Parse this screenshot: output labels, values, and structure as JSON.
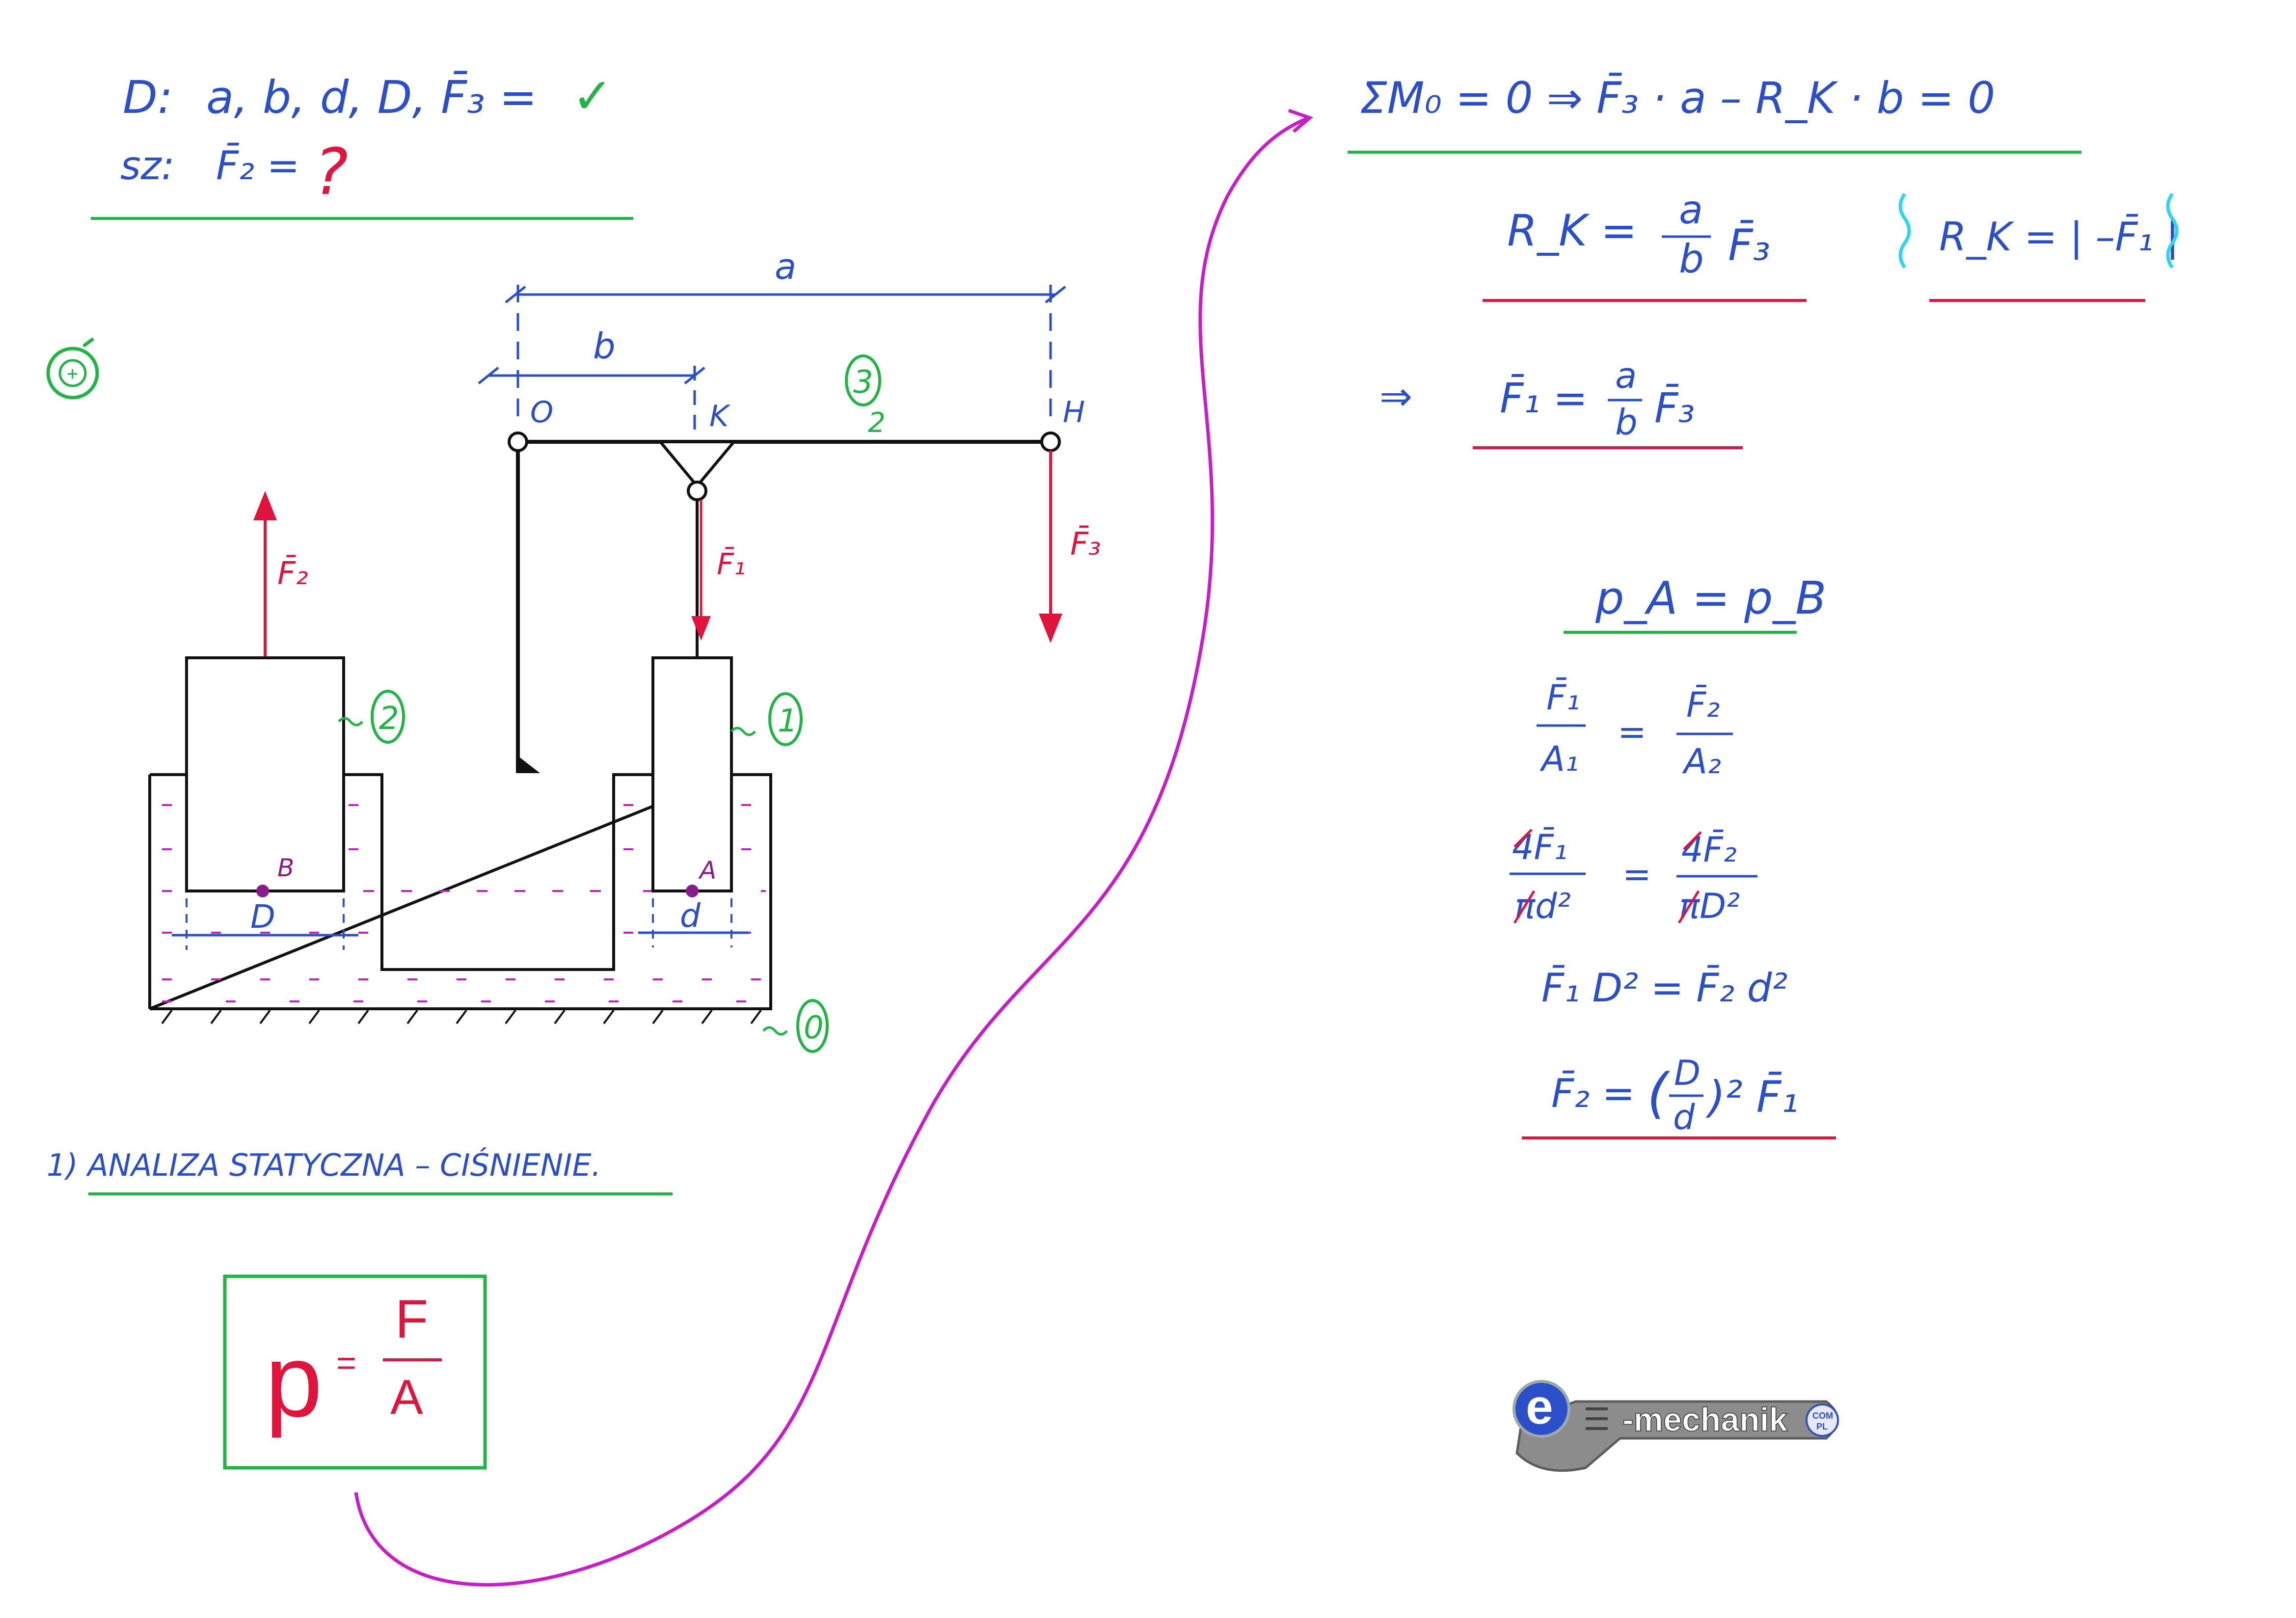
{
  "colors": {
    "blue": "#2a4fc8",
    "red": "#e0143c",
    "green": "#22b545",
    "magenta": "#c81ec8",
    "purple": "#8a1c8a",
    "black": "#111111",
    "cyan": "#2fd4ee",
    "gray": "#8c8c8c"
  },
  "given": {
    "label": "D:",
    "list": "a, b, d, D, F̄₃ =",
    "check": "✓"
  },
  "sought": {
    "label": "sz:",
    "expr": "F̄₂ =",
    "mark": "?"
  },
  "plus_symbol": "+",
  "diagram": {
    "dim_a": "a",
    "dim_b": "b",
    "point_O": "O",
    "point_K": "K",
    "point_H": "H",
    "lever_number": "3",
    "lever_sub": "2",
    "force_F1": "F̄₁",
    "force_F2": "F̄₂",
    "force_F3": "F̄₃",
    "piston1_tag": "1",
    "piston2_tag": "2",
    "vessel_tag": "0",
    "point_A": "A",
    "point_B": "B",
    "dim_D": "D",
    "dim_d": "d"
  },
  "step1": "1)  ANALIZA STATYCZNA – CIŚNIENIE.",
  "formula_box": {
    "p": "p",
    "eq": "=",
    "num": "F",
    "den": "A"
  },
  "right": {
    "moment_eq": "ΣM₀ = 0 ⇒   F̄₃ · a  –  R_K · b = 0",
    "rk_lhs": "R_K  =",
    "rk_num": "a",
    "rk_den": "b",
    "rk_tail": "F̄₃",
    "rk_note": "R_K = | –F̄₁ |",
    "f1_prefix": "⇒",
    "f1_lhs": "F̄₁ =",
    "f1_num": "a",
    "f1_den": "b",
    "f1_tail": "F̄₃",
    "pressure": "p_A = p_B",
    "r1_num_l": "F̄₁",
    "r1_den_l": "A₁",
    "r1_eq": "=",
    "r1_num_r": "F̄₂",
    "r1_den_r": "A₂",
    "r2_num_l": "4F̄₁",
    "r2_den_l": "πd²",
    "r2_eq": "=",
    "r2_num_r": "4F̄₂",
    "r2_den_r": "πD²",
    "cross_line": "F̄₁ D² = F̄₂ d²",
    "final_lhs": "F̄₂ =",
    "final_open": "(",
    "final_num": "D",
    "final_den": "d",
    "final_close": ")² F̄₁"
  },
  "logo": {
    "letter": "e",
    "name": "-mechanik",
    "domain_top": "COM",
    "domain_bottom": "PL"
  }
}
